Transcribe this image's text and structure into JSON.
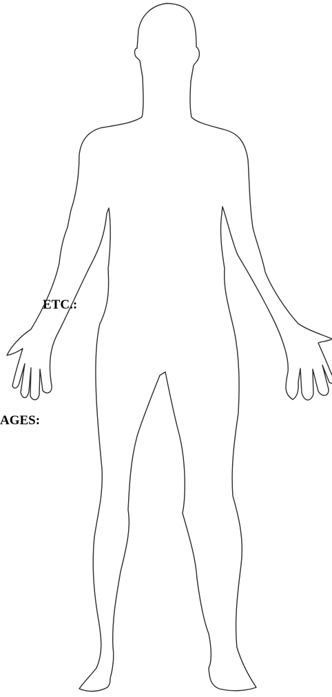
{
  "labels": {
    "etc": "ETC.:",
    "ages": "AGES:"
  },
  "figure": {
    "type": "front-view human body outline",
    "stroke_color": "#2a2a2a",
    "background_color": "#ffffff"
  }
}
